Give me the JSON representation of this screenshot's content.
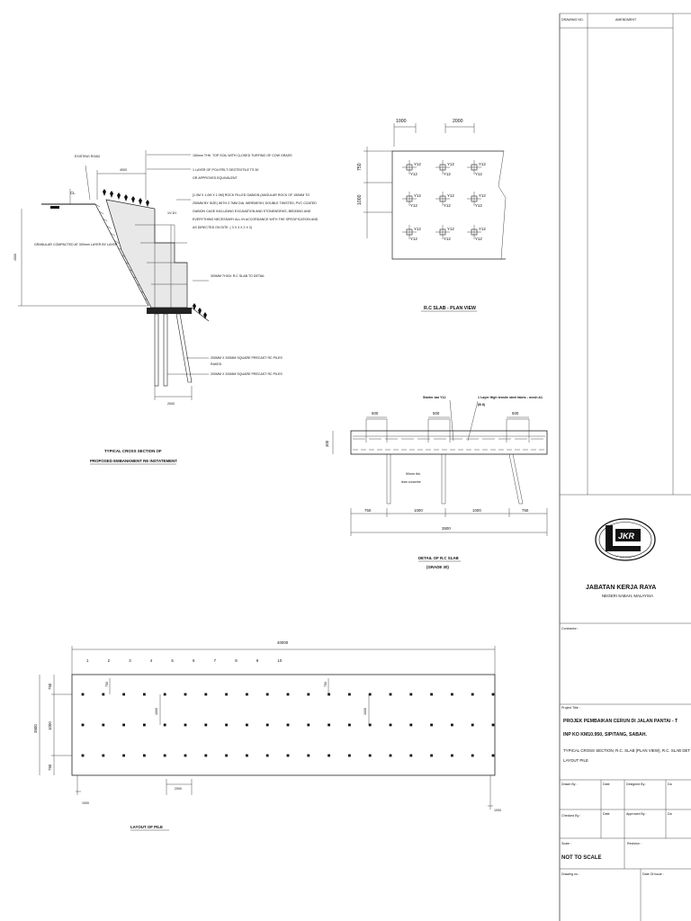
{
  "title_block": {
    "drawing_no_label": "DRAWING NO.",
    "amendment_label": "AMENDMENT",
    "organisation": "JABATAN KERJA RAYA",
    "organisation_sub": "NEGERI SABAH, MALAYSIA",
    "logo_text": "JKR",
    "contractor_label": "Contractor :",
    "project_title_label": "Project Title :",
    "project_title_line1": "PROJEK PEMBAIKAN CERUN DI JALAN PANTAI - T",
    "project_title_line2": "INP KO KM10.950, SIPITANG, SABAH.",
    "drawing_title_line1": "TYPICAL CROSS SECTION, R.C. SLAB (PLAN VIEW), R.C. SLAB DET",
    "drawing_title_line2": "LAYOUT PILE",
    "drawn_by_label": "Drawn By :",
    "designed_by_label": "Designed By :",
    "checked_by_label": "Checked By :",
    "approved_by_label": "Approved By :",
    "date_label": "Date",
    "date_cut_label": "Da",
    "scale_label": "Scale :",
    "scale_value": "NOT TO SCALE",
    "revision_label": "Revision :",
    "drawing_no2_label": "Drawing no :",
    "date_of_issue_label": "Date Of issue :"
  },
  "cross_section": {
    "title_line1": "TYPICAL CROSS SECTION OF",
    "title_line2": "PROPOSED EMBANKMENT RE INSTATEMENT",
    "existing_road": "EXISTING ROAD",
    "cl": "CL",
    "dim_4000_top": "4000",
    "dim_4000_side": "4000",
    "dim_2000": "2000",
    "slope_label": "1V:1H",
    "granular": "GRANULAR COMPACTED AT 300mm LAYER BY LAYER",
    "note_topsoil": "150mm THK. TOP SOIL WITH CLOSED TURFING OF COW GRASS",
    "note_geotextile_1": "1 LAYER OF POLYFELT GEOTEXTILE TS 30",
    "note_geotextile_2": "OR APPROVED EQUIVALENT",
    "note_gabion_1": "[1.0M X 1.0M X 1.0M] ROCK FILLED GABION (ANGULAR ROCK OF 150MM TO",
    "note_gabion_2": "250MM BY SIZE) WITH 2.7MM DIA. WIREMESH, DOUBLE TWISTED, PVC COATED",
    "note_gabion_3": "GABION CAGE INCLUDING EXCAVATION AND STONEWORKS, BEDDING AND",
    "note_gabion_4": "EVERYTHING NECESSARY ALL IN ACCORDANCE WITH THE SPECIFICATION AND",
    "note_gabion_5": "AS DIRECTED ON SITE. ( 3 X 3 X 2 X 2)",
    "note_slab": "300MM THICK R.C SLAB TO DETAIL",
    "note_pile_raked_1": "200MM X 200MM SQUARE PRECAST RC PILES",
    "note_pile_raked_2": "RAKED",
    "note_pile": "200MM X 200MM SQUARE PRECAST RC PILES"
  },
  "plan_view": {
    "title": "R.C SLAB - PLAN VIEW",
    "dim_1000_top": "1000",
    "dim_2000_top": "2000",
    "dim_750": "750",
    "dim_1000_side": "1000",
    "bar_label": "Y12"
  },
  "slab_detail": {
    "title_line1": "DETAIL OF R.C SLAB",
    "title_line2": "(GRADE 30)",
    "starter_bar": "Starter bar Y12",
    "mesh_1": "1 Layer High tensile steel fabric - mesh A1",
    "mesh_2": "(B 8)",
    "lean_1": "50mm thk.",
    "lean_2": "lean concrete",
    "dim_500": "500",
    "dim_300": "300",
    "dim_750": "750",
    "dim_1000": "1000",
    "dim_3500": "3500"
  },
  "pile_layout": {
    "title": "LAYOUT OF PILE",
    "total_length": "40000",
    "numbers": [
      "1",
      "2",
      "3",
      "4",
      "5",
      "6",
      "7",
      "8",
      "9",
      "10"
    ],
    "dim_750": "750",
    "dim_1000": "1000",
    "dim_3500": "3500",
    "dim_2000": "2000"
  }
}
